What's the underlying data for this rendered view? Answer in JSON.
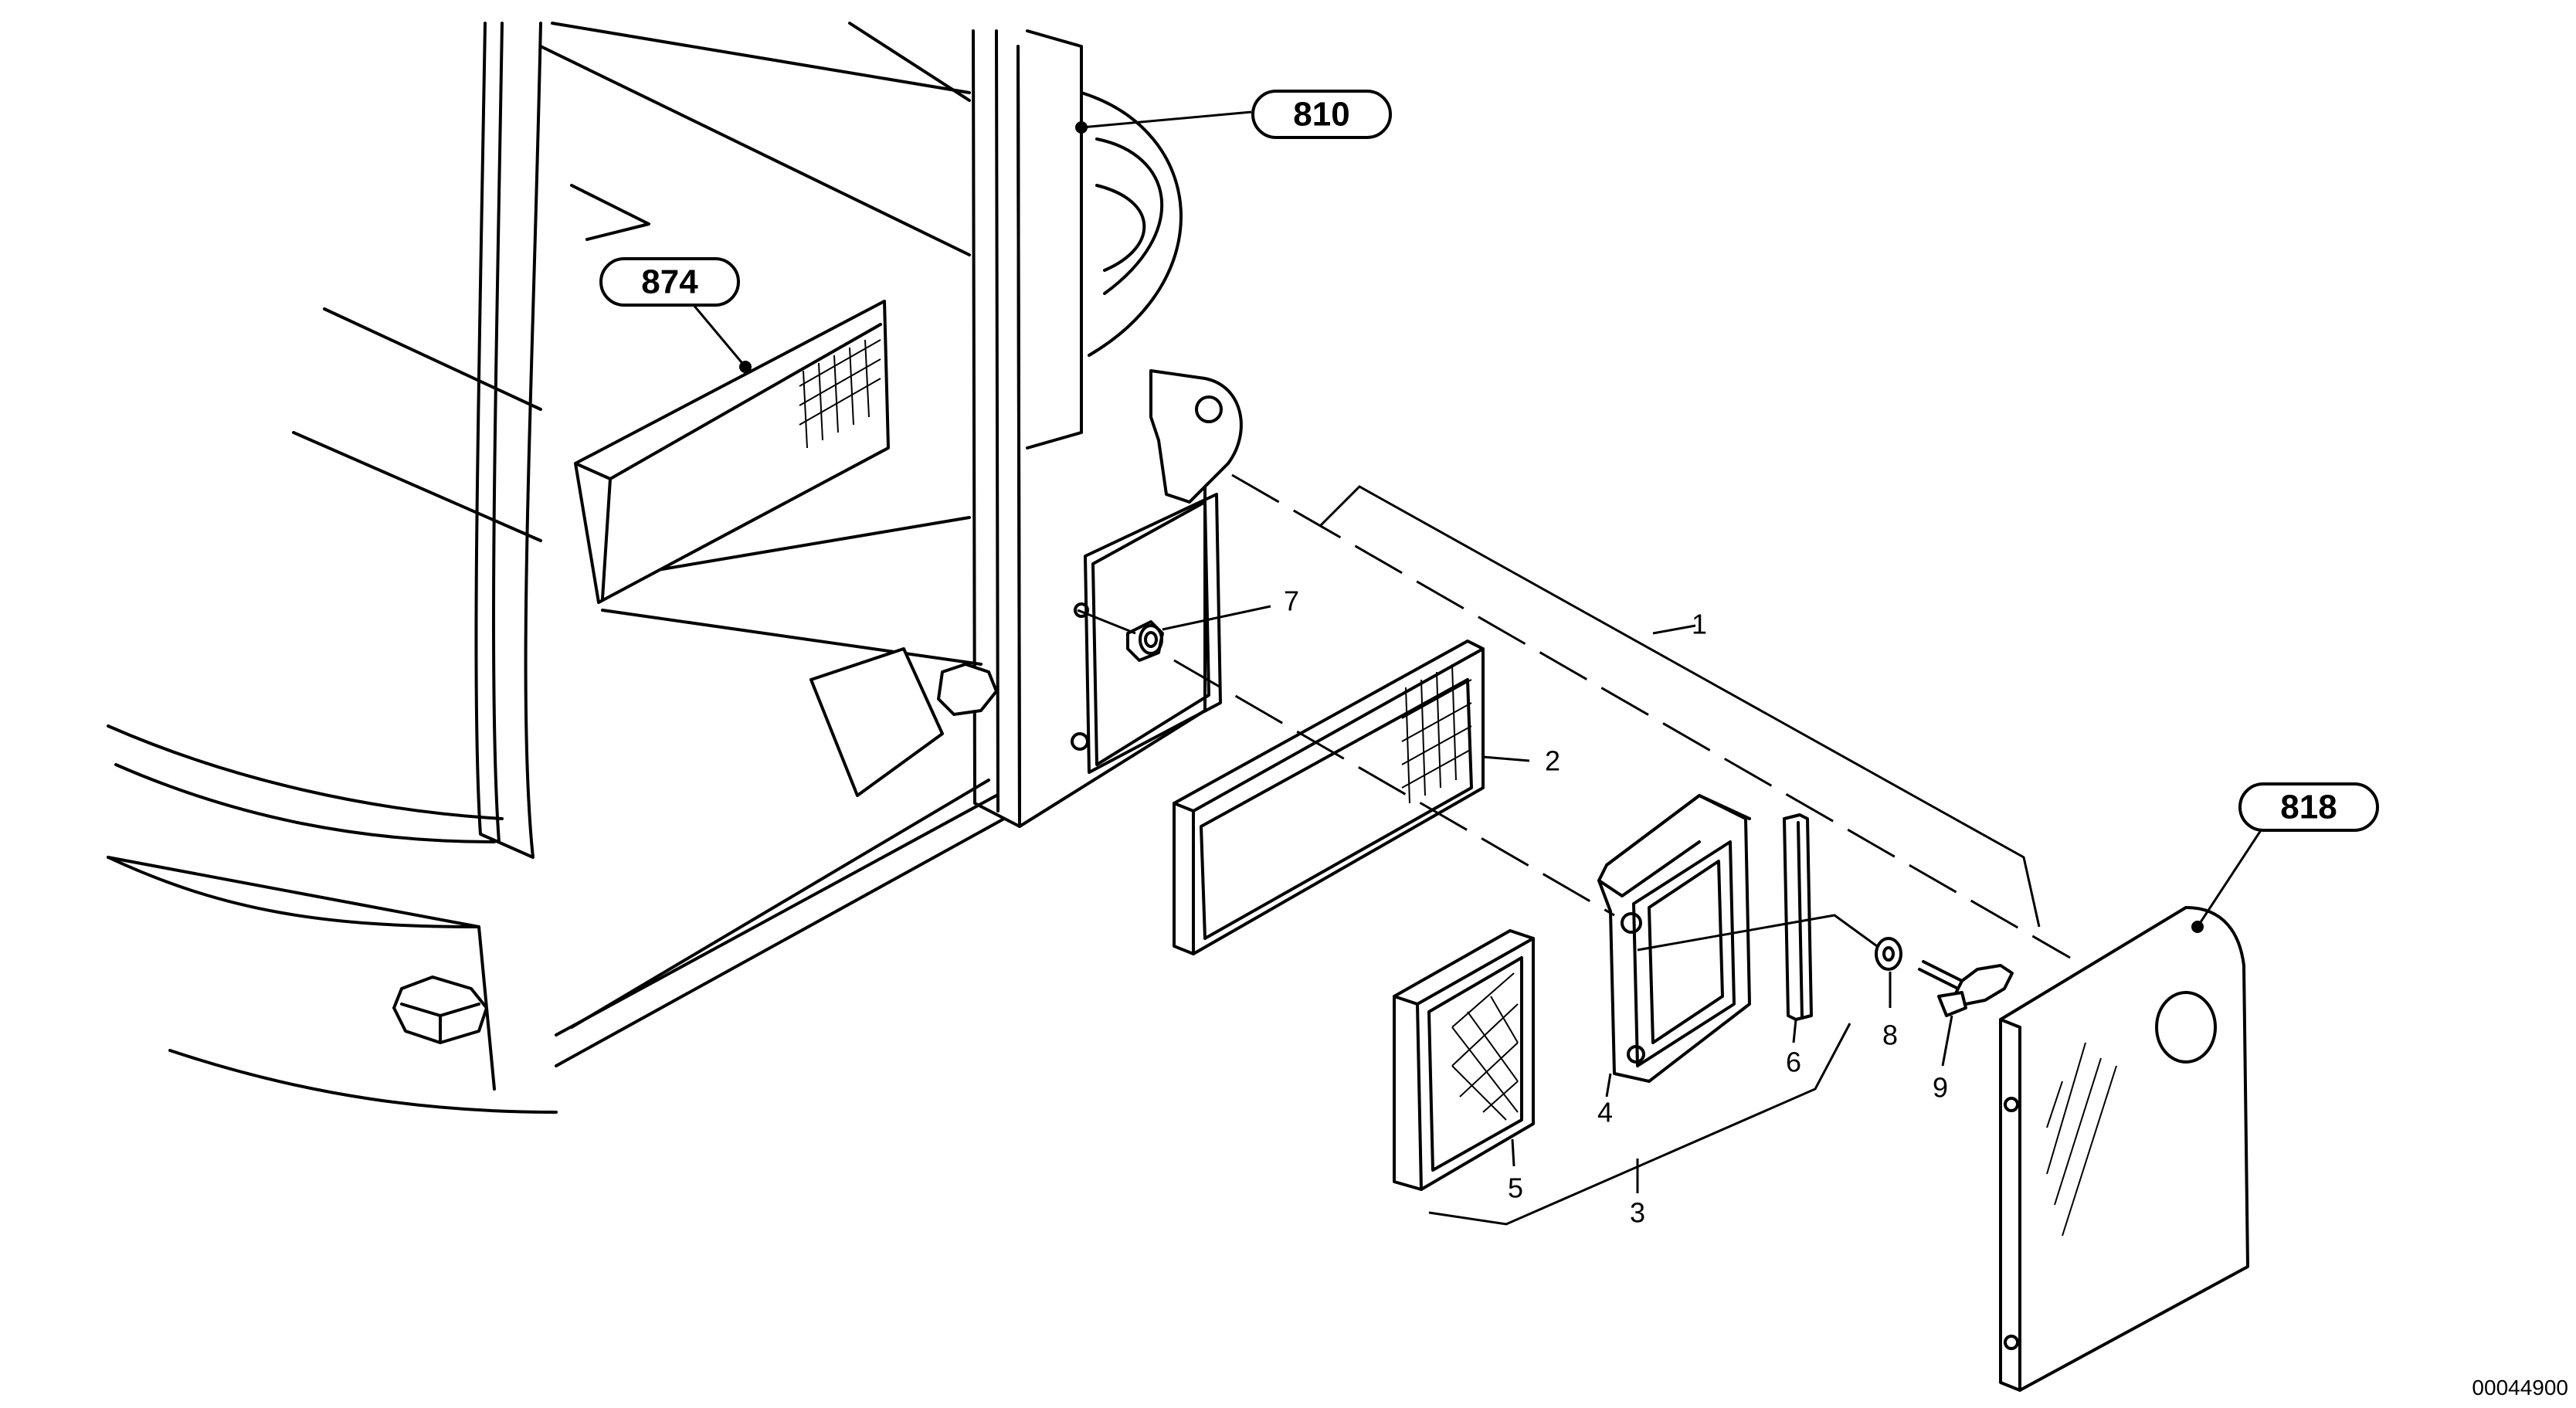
{
  "callouts": [
    {
      "id": "810",
      "label": "810"
    },
    {
      "id": "874",
      "label": "874"
    },
    {
      "id": "818",
      "label": "818"
    }
  ],
  "part_numbers": [
    "1",
    "2",
    "3",
    "4",
    "5",
    "6",
    "7",
    "8",
    "9"
  ],
  "document_id": "00044900"
}
